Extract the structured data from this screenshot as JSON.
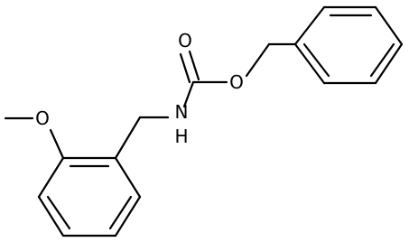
{
  "molecule": {
    "atoms": {
      "carbonyl_oxygen": "O",
      "ester_oxygen": "O",
      "amide_nitrogen": "N",
      "amide_hydrogen": "H",
      "methoxy_oxygen": "O"
    },
    "colors": {
      "bond": "#000000",
      "label": "#000000",
      "background": "#ffffff"
    }
  }
}
